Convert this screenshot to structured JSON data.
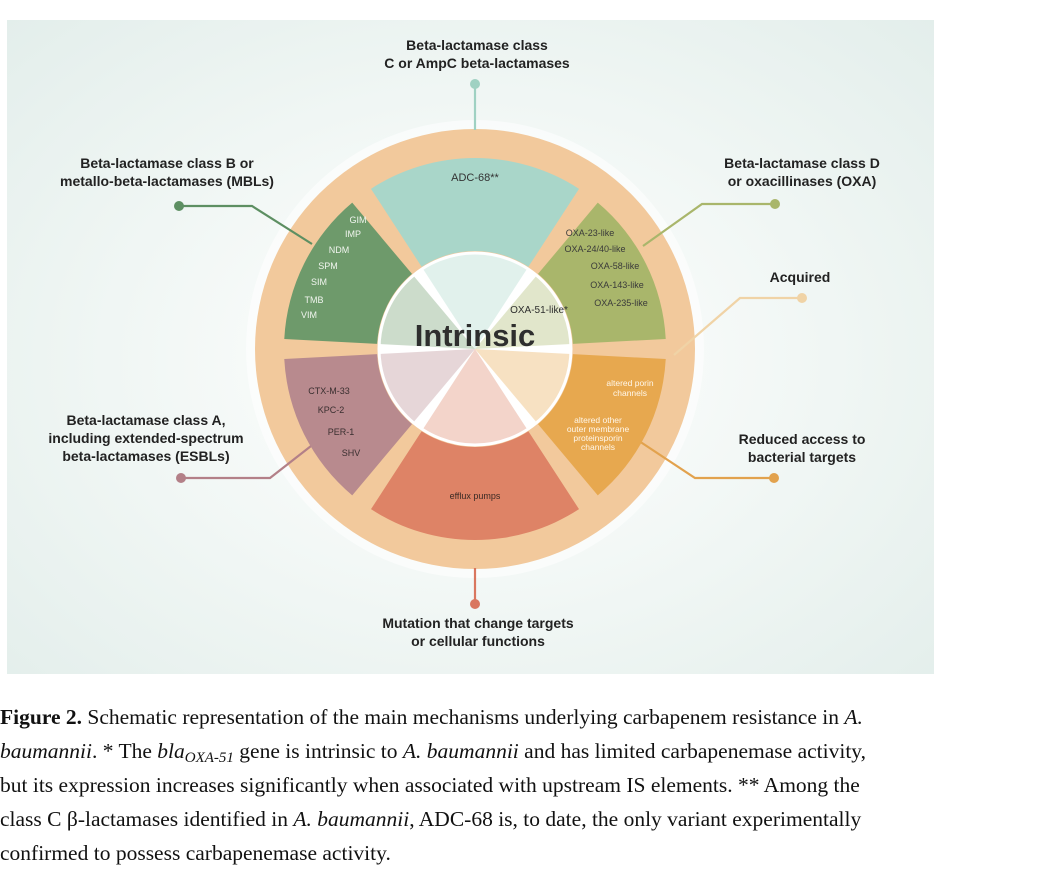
{
  "diagram": {
    "center_label": "Intrinsic",
    "wedges": {
      "class_c": {
        "items": [
          "ADC-68**"
        ]
      },
      "class_d": {
        "items": [
          "OXA-23-like",
          "OXA-24/40-like",
          "OXA-58-like",
          "OXA-143-like",
          "OXA-235-like"
        ],
        "intrinsic_item": "OXA-51-like*"
      },
      "class_b": {
        "items": [
          "GIM",
          "IMP",
          "NDM",
          "SPM",
          "SIM",
          "TMB",
          "VIM"
        ]
      },
      "class_a": {
        "items": [
          "CTX-M-33",
          "KPC-2",
          "PER-1",
          "SHV"
        ]
      },
      "reduced_access": {
        "items": [
          [
            "altered porin",
            "channels"
          ],
          [
            "altered other",
            "outer membrane",
            "proteinsporin",
            "channels"
          ]
        ]
      },
      "mutation": {
        "items": [
          "efflux pumps"
        ]
      }
    },
    "callouts": {
      "class_c": [
        "Beta-lactamase class",
        "C or AmpC beta-lactamases"
      ],
      "class_b": [
        "Beta-lactamase class B or",
        "metallo-beta-lactamases (MBLs)"
      ],
      "class_d": [
        "Beta-lactamase class D",
        "or oxacillinases (OXA)"
      ],
      "acquired": [
        "Acquired"
      ],
      "class_a": [
        "Beta-lactamase class A,",
        "including extended-spectrum",
        "beta-lactamases (ESBLs)"
      ],
      "reduced_access": [
        "Reduced access to",
        "bacterial targets"
      ],
      "mutation": [
        "Mutation that change targets",
        "or cellular functions"
      ]
    },
    "colors": {
      "outer_ring": "#f2c99c",
      "class_c": "#a9d6c9",
      "class_d": "#a9b66b",
      "class_b": "#6e9a6b",
      "class_a": "#b88a8e",
      "mutation": "#de8366",
      "reduced_access": "#e7a84f",
      "class_c_line": "#9fd1c2",
      "class_d_line": "#a9b66b",
      "class_b_line": "#5d8f62",
      "class_a_line": "#b38088",
      "mutation_line": "#d9775f",
      "reduced_line": "#e2a24d",
      "acquired_line": "#f0d3a6"
    }
  },
  "caption": {
    "lines": [
      [
        {
          "t": "Figure 2.",
          "s": "b"
        },
        {
          "t": " Schematic representation of the main mechanisms underlying carbapenem resistance in "
        },
        {
          "t": "A.",
          "s": "i"
        }
      ],
      [
        {
          "t": "baumannii",
          "s": "i"
        },
        {
          "t": ". * The "
        },
        {
          "t": "bla",
          "s": "i"
        },
        {
          "t": "OXA-51",
          "s": "sub"
        },
        {
          "t": " gene is intrinsic to "
        },
        {
          "t": "A. baumannii",
          "s": "i"
        },
        {
          "t": " and has limited carbapenemase activity,"
        }
      ],
      [
        {
          "t": "but its expression increases significantly when associated with upstream IS elements. ** Among the"
        }
      ],
      [
        {
          "t": "class C β-lactamases identified in "
        },
        {
          "t": "A. baumannii",
          "s": "i"
        },
        {
          "t": ", ADC-68 is, to date, the only variant experimentally"
        }
      ],
      [
        {
          "t": "confirmed to possess carbapenemase activity."
        }
      ]
    ]
  }
}
